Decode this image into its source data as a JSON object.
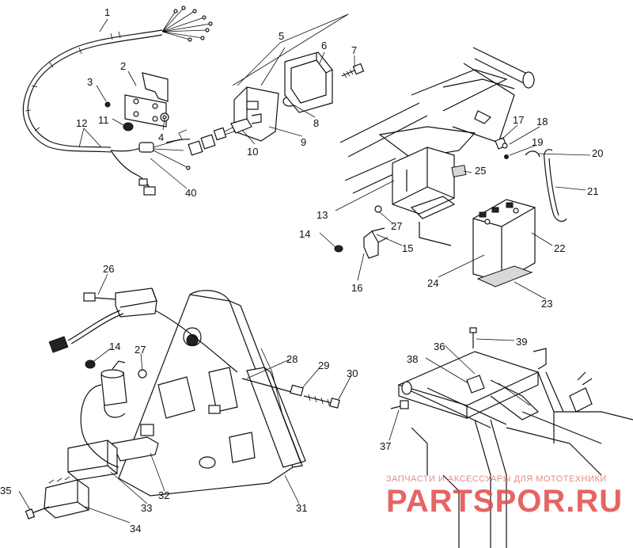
{
  "callouts": {
    "n1": "1",
    "n2": "2",
    "n3": "3",
    "n4": "4",
    "n5": "5",
    "n6": "6",
    "n7": "7",
    "n8": "8",
    "n9": "9",
    "n10": "10",
    "n11": "11",
    "n12": "12",
    "n13": "13",
    "n14a": "14",
    "n14b": "14",
    "n15": "15",
    "n16": "16",
    "n17": "17",
    "n18": "18",
    "n19": "19",
    "n20": "20",
    "n21": "21",
    "n22": "22",
    "n23": "23",
    "n24": "24",
    "n25": "25",
    "n26": "26",
    "n27a": "27",
    "n27b": "27",
    "n28": "28",
    "n29": "29",
    "n30": "30",
    "n31": "31",
    "n32": "32",
    "n33": "33",
    "n34": "34",
    "n35": "35",
    "n36": "36",
    "n37": "37",
    "n38": "38",
    "n39": "39",
    "n40": "40"
  },
  "watermark": {
    "tagline": "ЗАПЧАСТИ И АКСЕССУАРЫ ДЛЯ МОТОТЕХНИКИ",
    "brand": "PARTSPOR.RU"
  },
  "colors": {
    "ink": "#111111",
    "watermark_red": "#e24a4a",
    "watermark_light": "#e58a8a"
  }
}
